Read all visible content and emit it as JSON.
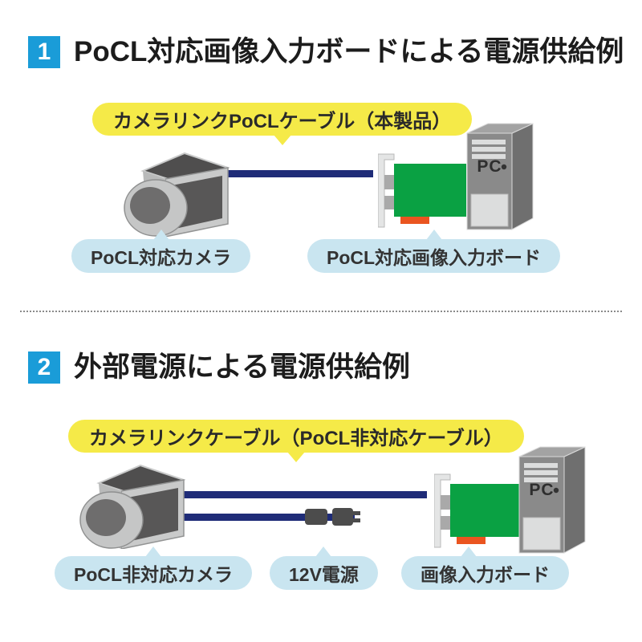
{
  "colors": {
    "badge_blue": "#1a9cd8",
    "callout_yellow": "#f5ea48",
    "label_blue": "#c9e5f0",
    "cable_navy": "#1f2c78",
    "board_green": "#0aa143",
    "connector_orange": "#ea5520",
    "title_text": "#1c1c1c"
  },
  "icons": {
    "camera": "industrial-camera",
    "pc_tower": "desktop-pc-tower",
    "capture_board": "pci-capture-board",
    "power_connector": "12v-inline-power-plug"
  },
  "sections": [
    {
      "number": "1",
      "title": "PoCL対応画像入力ボードによる電源供給例",
      "cable_callout": "カメラリンクPoCLケーブル（本製品）",
      "pc_label": "PC",
      "labels": [
        {
          "text": "PoCL対応カメラ"
        },
        {
          "text": "PoCL対応画像入力ボード"
        }
      ]
    },
    {
      "number": "2",
      "title": "外部電源による電源供給例",
      "cable_callout": "カメラリンクケーブル（PoCL非対応ケーブル）",
      "pc_label": "PC",
      "labels": [
        {
          "text": "PoCL非対応カメラ"
        },
        {
          "text": "12V電源"
        },
        {
          "text": "画像入力ボード"
        }
      ]
    }
  ]
}
